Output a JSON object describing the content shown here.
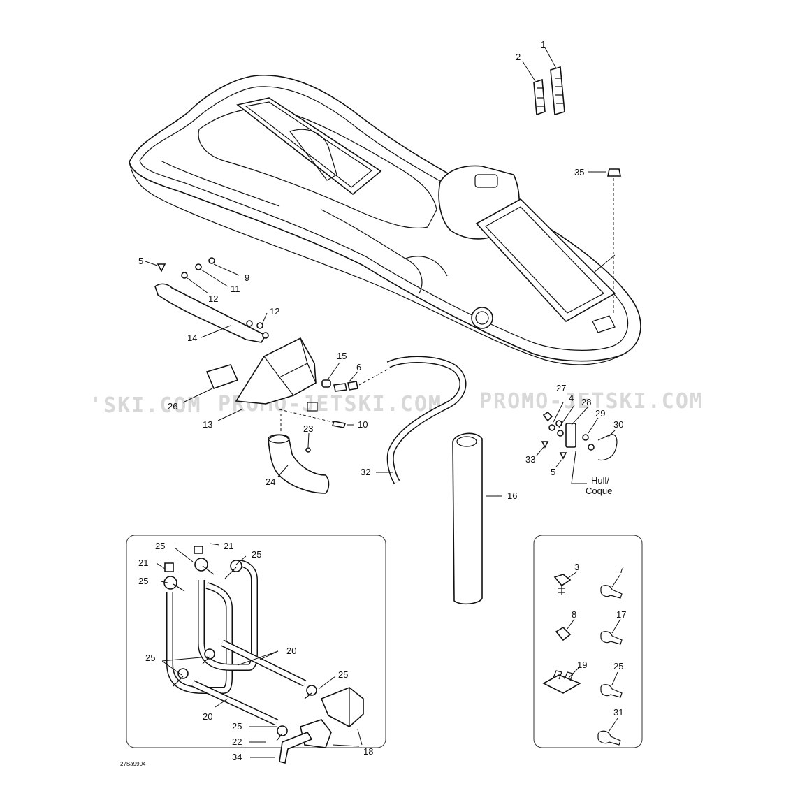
{
  "watermark": {
    "left": "'SKI.COM",
    "center": "PROMO-JETSKI.COM",
    "right": "PROMO-JETSKI.COM"
  },
  "reference_code": "27Sa9904",
  "hull_note": {
    "line1": "Hull/",
    "line2": "Coque"
  },
  "callouts": {
    "c1": "1",
    "c2": "2",
    "c35": "35",
    "c5a": "5",
    "c9": "9",
    "c11": "11",
    "c12a": "12",
    "c12b": "12",
    "c14": "14",
    "c15": "15",
    "c6": "6",
    "c26": "26",
    "c13": "13",
    "c23": "23",
    "c10": "10",
    "c24": "24",
    "c32": "32",
    "c16": "16",
    "c27": "27",
    "c4": "4",
    "c28": "28",
    "c29": "29",
    "c30": "30",
    "c33": "33",
    "c5b": "5",
    "k25a": "25",
    "k21a": "21",
    "k21b": "21",
    "k25b": "25",
    "k25c": "25",
    "k20a": "20",
    "k25d": "25",
    "k25e": "25",
    "k20b": "20",
    "k25f": "25",
    "k22": "22",
    "k34": "34",
    "k18": "18",
    "h3": "3",
    "h7": "7",
    "h8": "8",
    "h17": "17",
    "h19": "19",
    "h25": "25",
    "h31": "31"
  }
}
